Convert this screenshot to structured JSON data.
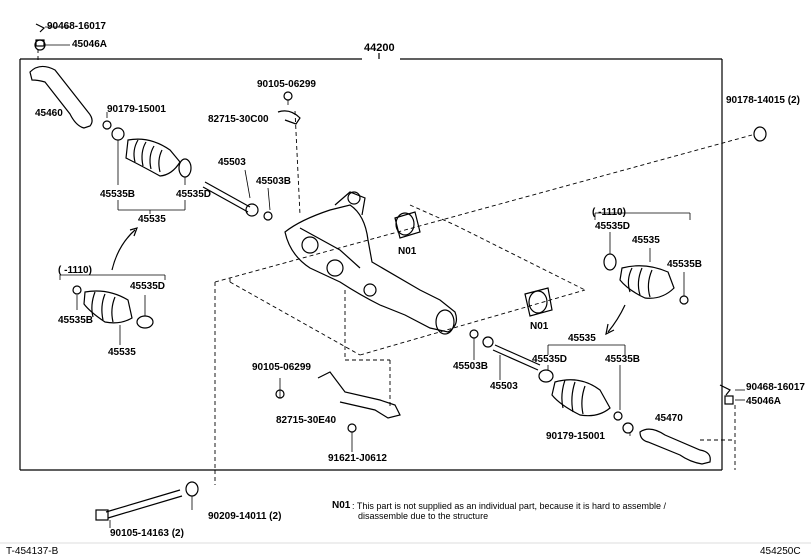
{
  "assembly": "44200",
  "labels": {
    "p90468_top": "90468-16017",
    "p45046A_top": "45046A",
    "p45460": "45460",
    "p90179_top": "90179-15001",
    "p45535B_upper": "45535B",
    "p45535D_upper": "45535D",
    "p45535_upper": "45535",
    "p45503_upper": "45503",
    "p45503B_upper": "45503B",
    "p90105_top": "90105-06299",
    "p82715_C00": "82715-30C00",
    "pN01_upper": "N01",
    "pN01_lower": "N01",
    "p90178": "90178-14015 (2)",
    "range_right": "(      -1110)",
    "p45535D_right": "45535D",
    "p45535_right": "45535",
    "p45535B_right": "45535B",
    "range_left": "(      -1110)",
    "p45535D_left": "45535D",
    "p45535B_left": "45535B",
    "p45535_left": "45535",
    "p45535_lowright": "45535",
    "p45535D_lowright": "45535D",
    "p45535B_lowright": "45535B",
    "p45503B_lower": "45503B",
    "p45503_lower": "45503",
    "p90105_mid": "90105-06299",
    "p82715_E40": "82715-30E40",
    "p91621": "91621-J0612",
    "p90468_right": "90468-16017",
    "p45046A_right": "45046A",
    "p45470": "45470",
    "p90179_lower": "90179-15001",
    "p90105_bottom": "90105-14163 (2)",
    "p90209": "90209-14011 (2)"
  },
  "note": {
    "code": "N01",
    "line1": ": This part is not supplied as an individual part, because it is hard to assemble /",
    "line2": "disassemble due to the structure"
  },
  "footer": {
    "left": "T-454137-B",
    "right": "454250C"
  }
}
